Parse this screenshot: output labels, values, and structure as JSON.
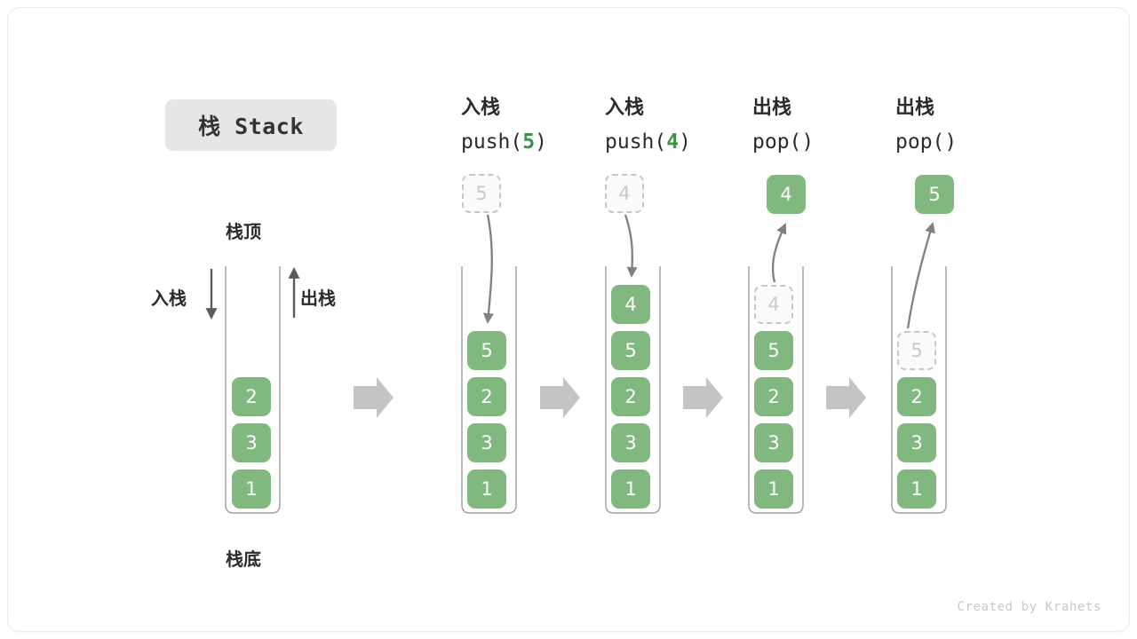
{
  "title_badge": {
    "label": "栈 Stack"
  },
  "credit": "Created by Krahets",
  "legend": {
    "top_label": "栈顶",
    "bottom_label": "栈底",
    "push_label": "入栈",
    "pop_label": "出栈"
  },
  "columns": [
    {
      "id": "initial",
      "caption_cn": "",
      "caption_code": "",
      "blocks": [
        "2",
        "3",
        "1"
      ],
      "ghost": null,
      "floating": null
    },
    {
      "id": "push-5",
      "caption_cn": "入栈",
      "caption_code": "push(",
      "caption_num": "5",
      "caption_code_end": ")",
      "blocks": [
        "5",
        "2",
        "3",
        "1"
      ],
      "ghost": {
        "value": "5",
        "position": "above"
      },
      "floating": null
    },
    {
      "id": "push-4",
      "caption_cn": "入栈",
      "caption_code": "push(",
      "caption_num": "4",
      "caption_code_end": ")",
      "blocks": [
        "4",
        "5",
        "2",
        "3",
        "1"
      ],
      "ghost": {
        "value": "4",
        "position": "above"
      },
      "floating": null
    },
    {
      "id": "pop-1",
      "caption_cn": "出栈",
      "caption_code": "pop()",
      "caption_num": "",
      "caption_code_end": "",
      "blocks": [
        "5",
        "2",
        "3",
        "1"
      ],
      "ghost": {
        "value": "4",
        "position": "in-stack"
      },
      "floating": {
        "value": "4"
      }
    },
    {
      "id": "pop-2",
      "caption_cn": "出栈",
      "caption_code": "pop()",
      "caption_num": "",
      "caption_code_end": "",
      "blocks": [
        "2",
        "3",
        "1"
      ],
      "ghost": {
        "value": "5",
        "position": "in-stack"
      },
      "floating": {
        "value": "5"
      }
    }
  ],
  "colors": {
    "block_green": "#80b87f",
    "accent_green": "#3f9147",
    "ghost_border": "#c6c6c6",
    "ghost_text": "#c9c9c9",
    "arrow_gray": "#808080",
    "step_arrow_gray": "#c4c4c4",
    "badge_bg": "#e6e6e6",
    "text_dark": "#2b2b2b"
  }
}
